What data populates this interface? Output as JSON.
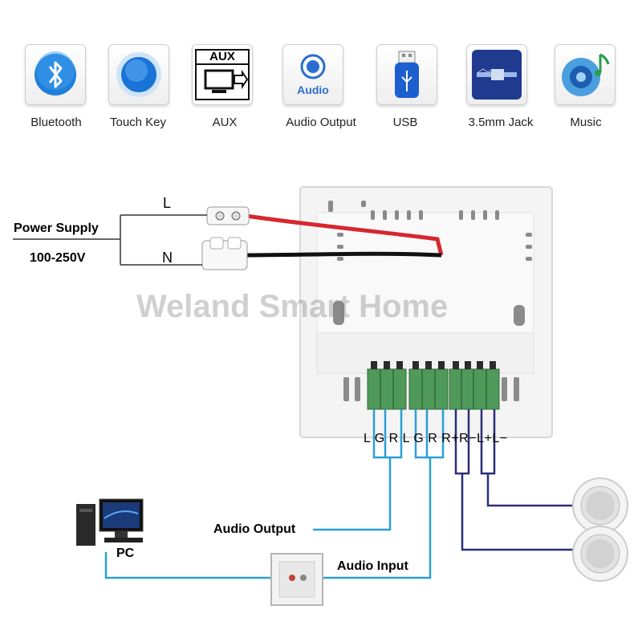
{
  "features": [
    {
      "label": "Bluetooth",
      "icon": "bluetooth-icon"
    },
    {
      "label": "Touch Key",
      "icon": "touch-key-icon"
    },
    {
      "label": "AUX",
      "icon": "aux-icon",
      "tile_text": "AUX"
    },
    {
      "label": "Audio Output",
      "icon": "audio-output-icon",
      "tile_text": "Audio"
    },
    {
      "label": "USB",
      "icon": "usb-icon"
    },
    {
      "label": "3.5mm Jack",
      "icon": "jack-icon"
    },
    {
      "label": "Music",
      "icon": "music-icon"
    }
  ],
  "diagram": {
    "power_supply": "Power Supply",
    "voltage": "100-250V",
    "live": "L",
    "neutral": "N",
    "terminal_labels": "L G R L G R R+R−L+L−",
    "audio_output": "Audio Output",
    "audio_input": "Audio Input",
    "pc": "PC",
    "watermark": "Weland Smart Home"
  },
  "colors": {
    "live_wire": "#d7262e",
    "neutral_wire": "#111111",
    "audio_cable": "#2a9fd6",
    "speaker_cable": "#2b2d7a",
    "terminal_green": "#4f9a5a"
  }
}
